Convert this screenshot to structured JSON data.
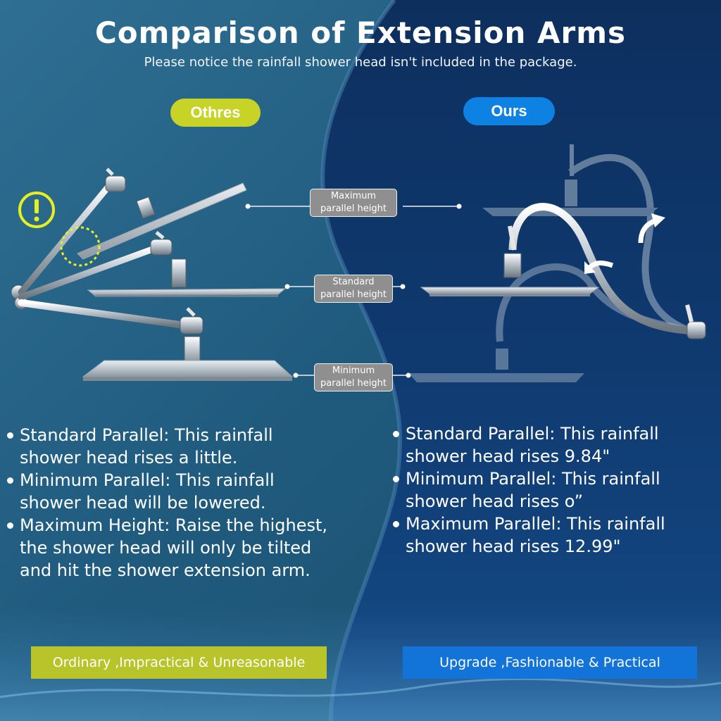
{
  "title": "Comparison of Extension Arms",
  "subtitle": "Please notice the rainfall shower head isn't included in the package.",
  "badges": {
    "others": "Othres",
    "ours": "Ours"
  },
  "height_labels": {
    "maximum": [
      "Maximum",
      "parallel height"
    ],
    "standard": [
      "Standard",
      "parallel height"
    ],
    "minimum": [
      "Minimum",
      "parallel height"
    ]
  },
  "warning_icon": "exclamation-circle-icon",
  "colors": {
    "others_accent": "#c7d326",
    "ours_accent": "#0e82e2",
    "banner_others": "#b9c42a",
    "banner_ours": "#1273d8",
    "warning": "#e7ef1f"
  },
  "others_points": [
    "Standard Parallel: This rainfall shower head rises a little.",
    "Minimum Parallel: This rainfall shower head will be lowered.",
    "Maximum Height: Raise the highest, the shower head will only be tilted and hit the shower extension arm."
  ],
  "ours_points": [
    "Standard Parallel: This rainfall shower head rises 9.84\"",
    "Minimum Parallel: This rainfall shower head rises o”",
    "Maximum Parallel: This rainfall shower head rises 12.99\""
  ],
  "banners": {
    "others": "Ordinary ,Impractical & Unreasonable",
    "ours": "Upgrade ,Fashionable & Practical"
  }
}
